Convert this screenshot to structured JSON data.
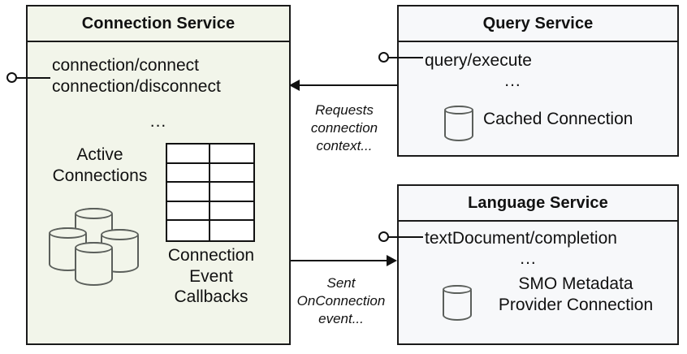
{
  "diagram": {
    "type": "component-diagram",
    "title_visible": false,
    "colors": {
      "connection_service_fill": "#f2f5ea",
      "service_fill": "#f7f8fa",
      "border": "#1a1a1a",
      "icon_outline": "#5b5f5b",
      "text": "#111111"
    }
  },
  "components": {
    "connection_service": {
      "title": "Connection Service",
      "apis": [
        "connection/connect",
        "connection/disconnect"
      ],
      "ellipsis": "...",
      "active_connections_label_line1": "Active",
      "active_connections_label_line2": "Connections",
      "callbacks_label_line1": "Connection",
      "callbacks_label_line2": "Event",
      "callbacks_label_line3": "Callbacks",
      "db_cluster_icon": "database-cluster-icon",
      "table_icon": "table-grid-icon",
      "table_rows": 5,
      "table_cols": 2
    },
    "query_service": {
      "title": "Query Service",
      "apis": [
        "query/execute"
      ],
      "ellipsis": "...",
      "resource_label": "Cached Connection",
      "resource_icon": "database-icon"
    },
    "language_service": {
      "title": "Language Service",
      "apis": [
        "textDocument/completion"
      ],
      "ellipsis": "...",
      "resource_label_line1": "SMO Metadata",
      "resource_label_line2": "Provider Connection",
      "resource_icon": "database-icon"
    }
  },
  "edges": [
    {
      "id": "requests-connection-context",
      "from": "query_service",
      "to": "connection_service",
      "direction": "left",
      "label_line1": "Requests",
      "label_line2": "connection",
      "label_line3": "context..."
    },
    {
      "id": "sent-onconnection-event",
      "from": "connection_service",
      "to": "language_service",
      "direction": "right",
      "label_line1": "Sent",
      "label_line2": "OnConnection",
      "label_line3": "event..."
    }
  ],
  "interfaces": [
    {
      "id": "connection-service-interface",
      "owner": "connection_service",
      "shape": "lollipop"
    },
    {
      "id": "query-service-interface",
      "owner": "query_service",
      "shape": "lollipop"
    },
    {
      "id": "language-service-interface",
      "owner": "language_service",
      "shape": "lollipop"
    }
  ]
}
